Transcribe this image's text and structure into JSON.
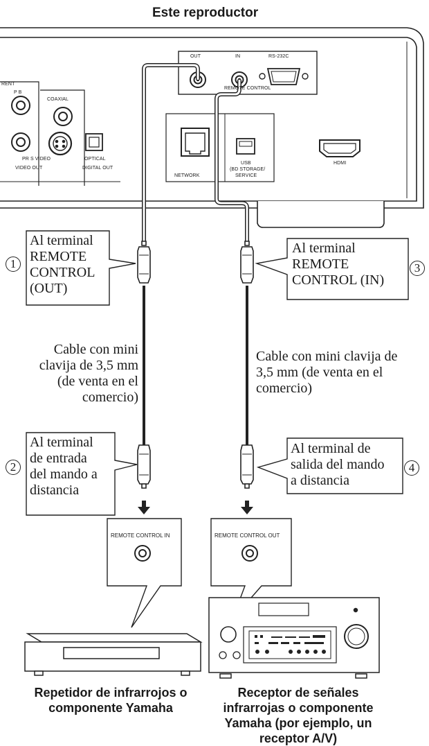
{
  "title": "Este reproductor",
  "panel_labels": {
    "out": "OUT",
    "in": "IN",
    "rs232c": "RS-232C",
    "remote_control": "REMOTE CONTROL",
    "rent": "RENT",
    "pb": "P B",
    "coaxial": "COAXIAL",
    "pr_s_video": "PR S VIDEO",
    "optical": "OPTICAL",
    "video_out": "VIDEO OUT",
    "digital_out": "DIGITAL OUT",
    "network": "NETWORK",
    "usb": "USB",
    "usb_sub1": "(BD STORAGE/",
    "usb_sub2": "SERVICE",
    "hdmi": "HDMI"
  },
  "callouts": {
    "c1": {
      "number": "1",
      "lines": [
        "Al terminal",
        "REMOTE",
        "CONTROL",
        "(OUT)"
      ]
    },
    "c2": {
      "number": "2",
      "lines": [
        "Al terminal",
        "de entrada",
        "del mando a",
        "distancia"
      ]
    },
    "c3": {
      "number": "3",
      "lines": [
        "Al terminal",
        "REMOTE",
        "CONTROL (IN)"
      ]
    },
    "c4": {
      "number": "4",
      "lines": [
        "Al terminal de",
        "salida del mando",
        "a distancia"
      ]
    }
  },
  "cable_left": [
    "Cable con mini",
    "clavija de 3,5 mm",
    "(de venta en el",
    "comercio)"
  ],
  "cable_right": [
    "Cable con mini clavija de",
    "3,5 mm (de venta en el",
    "comercio)"
  ],
  "jack_in_label": "REMOTE CONTROL IN",
  "jack_out_label": "REMOTE CONTROL OUT",
  "device_left": [
    "Repetidor de infrarrojos o",
    "componente Yamaha"
  ],
  "device_right": [
    "Receptor de señales",
    "infrarrojas o componente",
    "Yamaha (por ejemplo, un",
    "receptor A/V)"
  ]
}
